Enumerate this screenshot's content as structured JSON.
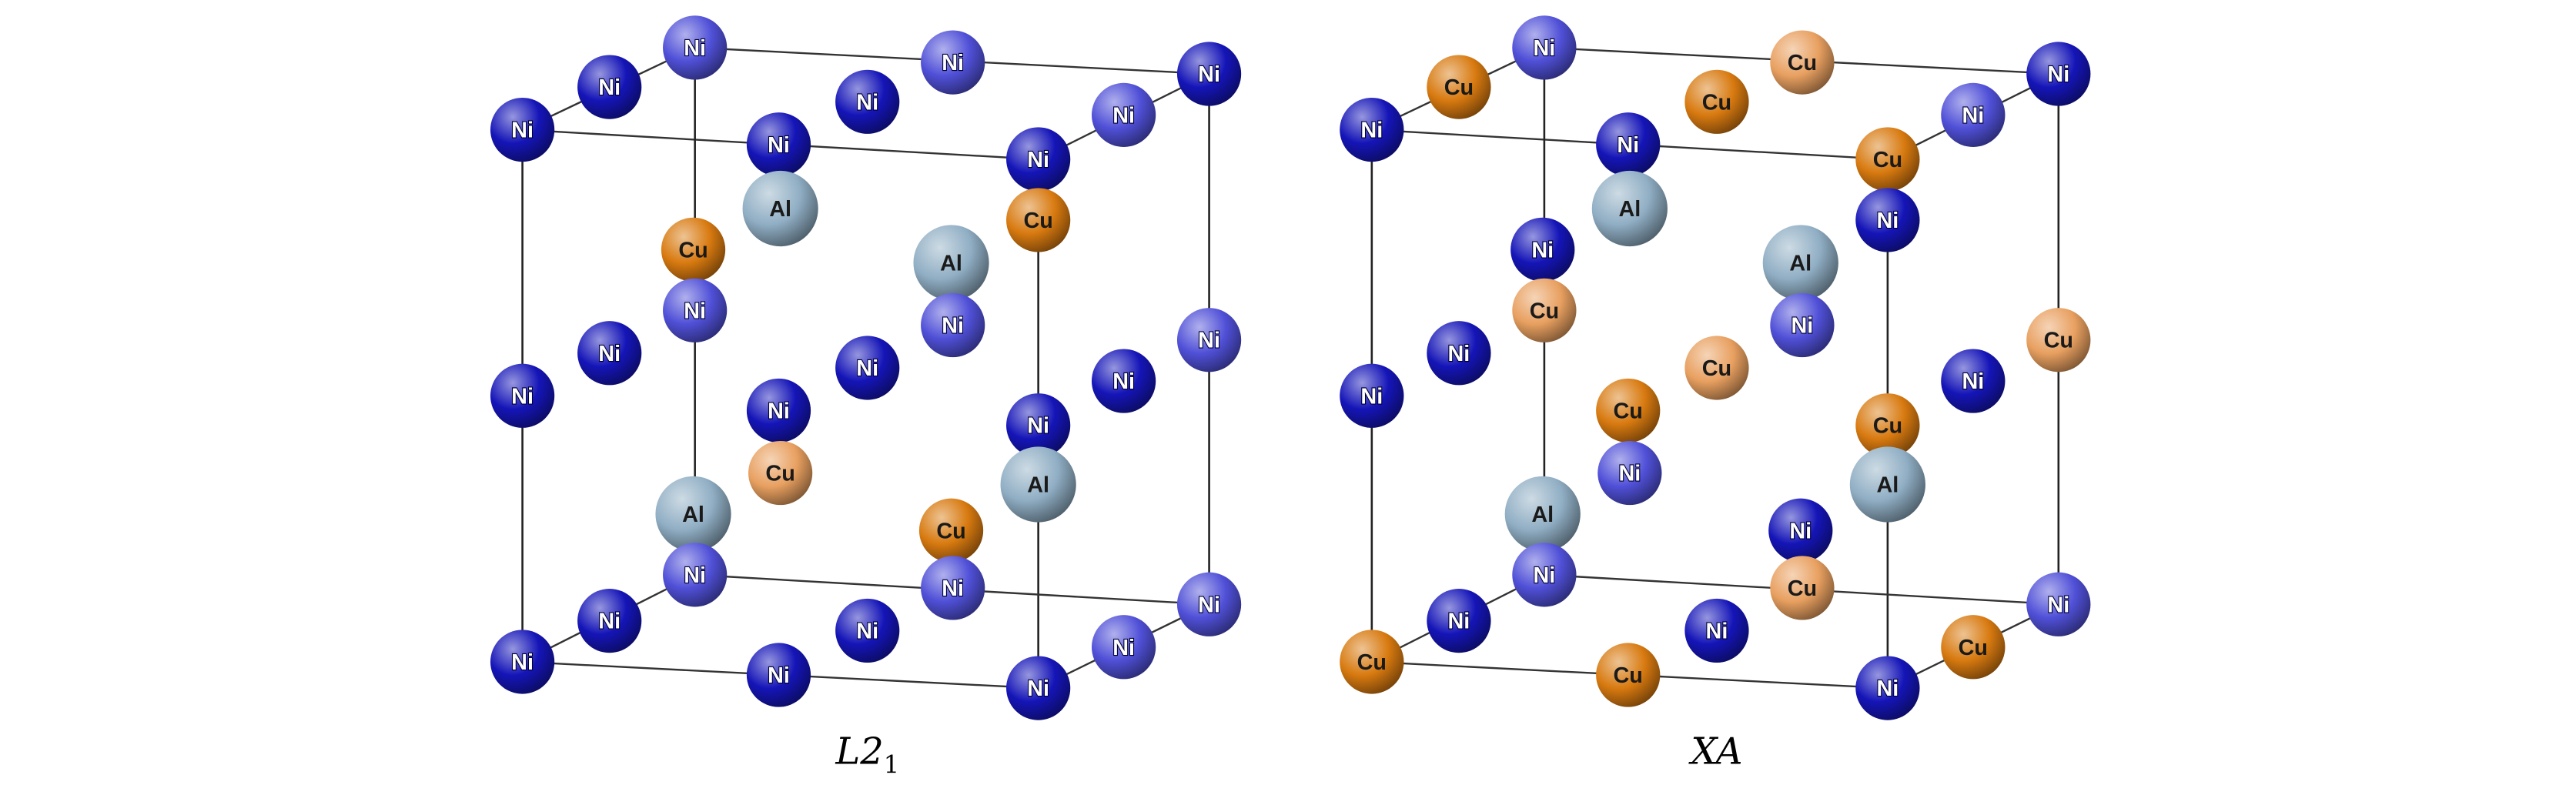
{
  "elements": {
    "Ni_dark": {
      "label": "Ni",
      "color": "#1515b8",
      "text": "#ffffff"
    },
    "Ni_light": {
      "label": "Ni",
      "color": "#5050d8",
      "text": "#ffffff"
    },
    "Cu_dark": {
      "label": "Cu",
      "color": "#d87a10",
      "text": "#1a1a1a"
    },
    "Cu_light": {
      "label": "Cu",
      "color": "#e8a060",
      "text": "#1a1a1a"
    },
    "Al": {
      "label": "Al",
      "color": "#90aec4",
      "text": "#1a1a1a"
    }
  },
  "structures": [
    {
      "caption_main": "L2",
      "caption_sub": "1",
      "atoms": [
        "Ni_light",
        "Ni_dark",
        "Ni_light",
        "Ni_dark",
        "Ni_dark",
        "Ni_dark",
        "Ni_dark",
        "Ni_dark",
        "Ni_light",
        "Cu_dark",
        "Al",
        "Al",
        "Cu_dark",
        "Ni_light",
        "Ni_light",
        "Ni_dark",
        "Ni_dark",
        "Ni_dark",
        "Ni_dark",
        "Ni_light",
        "Ni_dark",
        "Cu_light",
        "Ni_dark",
        "Al",
        "Al",
        "Cu_dark",
        "Ni_light",
        "Ni_light",
        "Ni_dark",
        "Ni_light",
        "Ni_dark",
        "Ni_dark",
        "Ni_dark",
        "Ni_dark",
        "Ni_light"
      ]
    },
    {
      "caption_main": "XA",
      "caption_sub": "",
      "atoms": [
        "Ni_light",
        "Cu_dark",
        "Cu_light",
        "Ni_dark",
        "Ni_dark",
        "Cu_dark",
        "Ni_dark",
        "Cu_dark",
        "Ni_light",
        "Ni_dark",
        "Al",
        "Al",
        "Ni_dark",
        "Cu_light",
        "Ni_light",
        "Ni_dark",
        "Ni_dark",
        "Cu_light",
        "Cu_dark",
        "Cu_light",
        "Ni_dark",
        "Ni_light",
        "Cu_dark",
        "Al",
        "Al",
        "Ni_dark",
        "Ni_light",
        "Cu_light",
        "Cu_dark",
        "Ni_light",
        "Ni_dark",
        "Ni_dark",
        "Cu_dark",
        "Ni_dark",
        "Cu_dark"
      ]
    }
  ]
}
